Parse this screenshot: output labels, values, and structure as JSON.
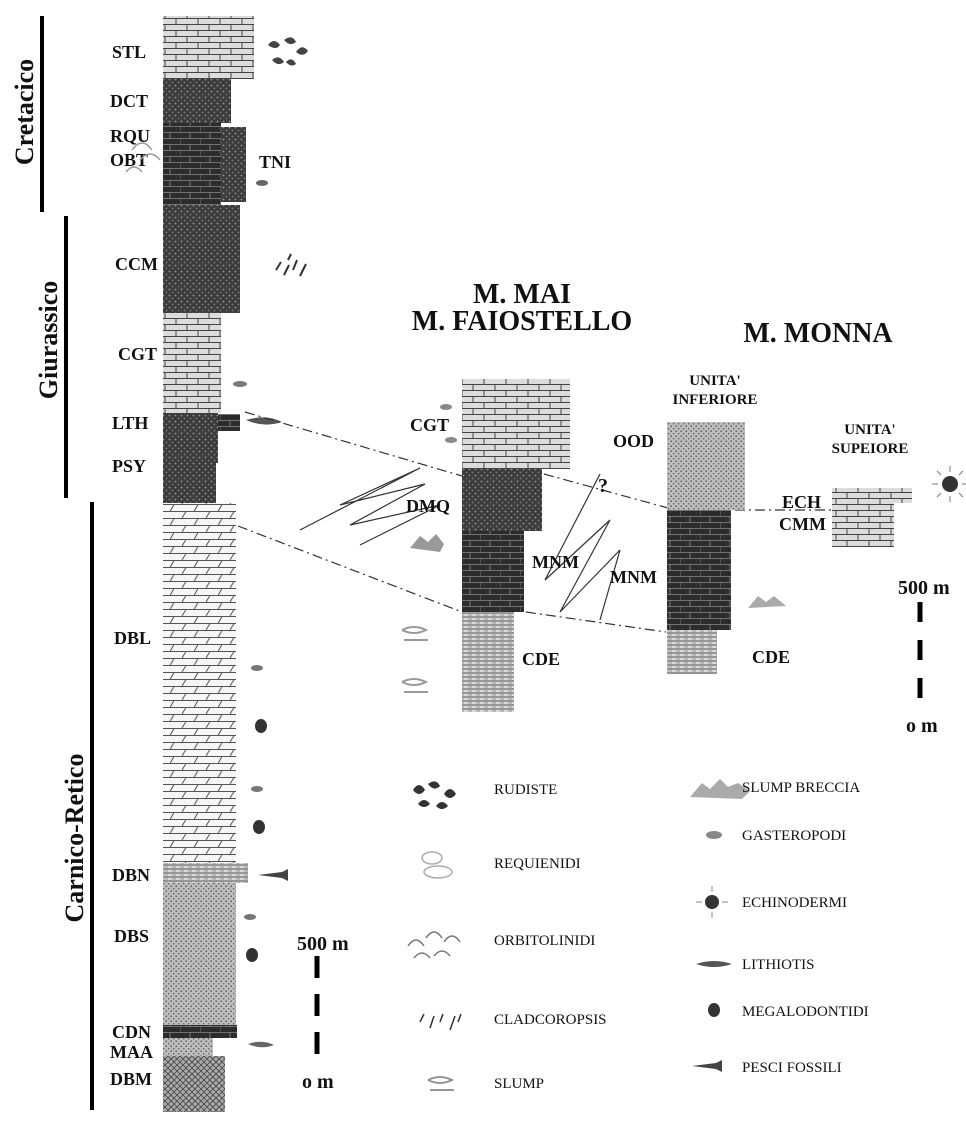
{
  "periods": [
    {
      "id": "cretaceous",
      "label": "Cretacico"
    },
    {
      "id": "jurassic",
      "label": "Giurassico"
    },
    {
      "id": "triassic",
      "label": "Carnico-Retico"
    }
  ],
  "main_column": {
    "units": [
      "STL",
      "DCT",
      "RQU",
      "OBT",
      "TNI",
      "CCM",
      "CGT",
      "LTH",
      "PSY",
      "DBL",
      "DBN",
      "DBS",
      "CDN",
      "MAA",
      "DBM"
    ]
  },
  "sections": {
    "mai": {
      "title_line1": "M. MAI",
      "title_line2": "M. FAIOSTELLO",
      "units": [
        "CGT",
        "DMQ",
        "MNM",
        "CDE"
      ]
    },
    "monna": {
      "title": "M. MONNA",
      "lower_unit_line1": "UNITA'",
      "lower_unit_line2": "INFERIORE",
      "upper_unit_line1": "UNITA'",
      "upper_unit_line2": "SUPEIORE",
      "units": [
        "OOD",
        "MNM",
        "CDE",
        "ECH",
        "CMM"
      ],
      "uncertain": "?"
    }
  },
  "scales": {
    "main": {
      "top": "500 m",
      "bottom": "o m"
    },
    "right": {
      "top": "500 m",
      "bottom": "o m"
    }
  },
  "legend": {
    "left": [
      "RUDISTE",
      "REQUIENIDI",
      "ORBITOLINIDI",
      "CLADCOROPSIS",
      "SLUMP"
    ],
    "right": [
      "SLUMP BRECCIA",
      "GASTEROPODI",
      "ECHINODERMI",
      "LITHIOTIS",
      "MEGALODONTIDI",
      "PESCI FOSSILI"
    ]
  }
}
